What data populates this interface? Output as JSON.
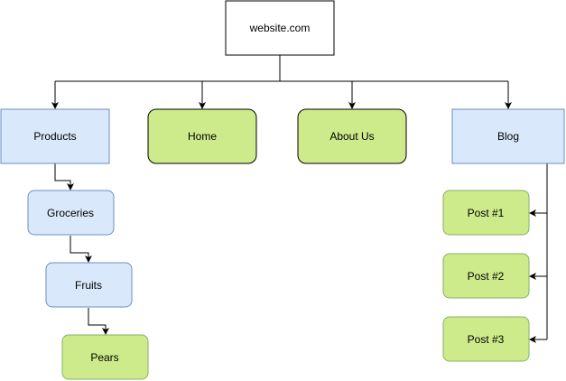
{
  "diagram": {
    "root": {
      "label": "website.com"
    },
    "pages": {
      "products": {
        "label": "Products"
      },
      "home": {
        "label": "Home"
      },
      "about": {
        "label": "About Us"
      },
      "blog": {
        "label": "Blog"
      }
    },
    "products_tree": {
      "groceries": {
        "label": "Groceries"
      },
      "fruits": {
        "label": "Fruits"
      },
      "pears": {
        "label": "Pears"
      }
    },
    "blog_posts": [
      {
        "label": "Post #1"
      },
      {
        "label": "Post #2"
      },
      {
        "label": "Post #3"
      }
    ]
  },
  "colors": {
    "stroke": "#000000",
    "blue_fill": "#dae8fc",
    "blue_stroke": "#6c8ebf",
    "green_fill": "#cdeb8b",
    "green_stroke": "#82b366",
    "white_fill": "#ffffff"
  }
}
